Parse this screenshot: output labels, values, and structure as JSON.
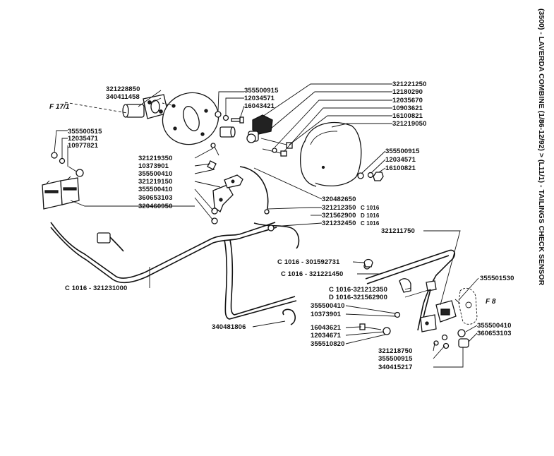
{
  "side_title": "(3500) - LAVERDA COMBINE (1/86-12/92) > (L11/1) - TAILINGS CHECK SENSOR",
  "ref_f17": "F 17/1",
  "ref_f8": "F 8",
  "labels": {
    "l_321228850": "321228850",
    "l_340411458": "340411458",
    "l_355500515": "355500515",
    "l_12035471": "12035471",
    "l_10977821": "10977821",
    "l_355500915_a": "355500915",
    "l_12034571_a": "12034571",
    "l_16043421": "16043421",
    "l_321219350": "321219350",
    "l_10373901_a": "10373901",
    "l_355500410_a": "355500410",
    "l_321219150": "321219150",
    "l_355500410_b": "355500410",
    "l_360653103_a": "360653103",
    "l_320460950": "320460950",
    "l_321221250": "321221250",
    "l_12180290": "12180290",
    "l_12035670": "12035670",
    "l_10903621": "10903621",
    "l_16100821_a": "16100821",
    "l_321219050": "321219050",
    "l_355500915_b": "355500915",
    "l_12034571_b": "12034571",
    "l_16100821_b": "16100821",
    "l_320482650": "320482650",
    "l_321212350_c": "321212350",
    "l_321212350_c_tag": "C 1016",
    "l_321562900_d": "321562900",
    "l_321562900_d_tag": "D 1016",
    "l_321232450_c": "321232450",
    "l_321232450_c_tag": "C 1016",
    "l_321211750": "321211750",
    "l_c1016_321231000": "C 1016 - 321231000",
    "l_c1016_301592731": "C 1016 - 301592731",
    "l_c1016_321221450": "C 1016 - 321221450",
    "l_c1016_321212350": "C 1016-321212350",
    "l_d1016_321562900": "D 1016-321562900",
    "l_355501530": "355501530",
    "l_355500410_c": "355500410",
    "l_10373901_b": "10373901",
    "l_16043621": "16043621",
    "l_12034671": "12034671",
    "l_355510820": "355510820",
    "l_340481806": "340481806",
    "l_355500410_d": "355500410",
    "l_360653103_b": "360653103",
    "l_321218750": "321218750",
    "l_355500915_c": "355500915",
    "l_340415217": "340415217"
  }
}
